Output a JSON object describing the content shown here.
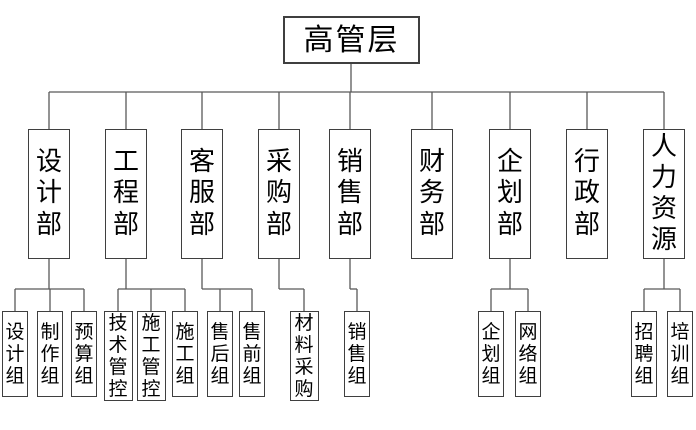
{
  "org": {
    "root": {
      "label": "高管层"
    },
    "departments": [
      {
        "label": "设计部",
        "children": [
          {
            "label": "设计组"
          },
          {
            "label": "制作组"
          },
          {
            "label": "预算组"
          }
        ]
      },
      {
        "label": "工程部",
        "children": [
          {
            "label": "技术管控"
          },
          {
            "label": "施工管控"
          },
          {
            "label": "施工组"
          }
        ]
      },
      {
        "label": "客服部",
        "children": [
          {
            "label": "售后组"
          },
          {
            "label": "售前组"
          }
        ]
      },
      {
        "label": "采购部",
        "children": [
          {
            "label": "材料采购"
          }
        ]
      },
      {
        "label": "销售部",
        "children": [
          {
            "label": "销售组"
          }
        ]
      },
      {
        "label": "财务部",
        "children": []
      },
      {
        "label": "企划部",
        "children": [
          {
            "label": "企划组"
          },
          {
            "label": "网络组"
          }
        ]
      },
      {
        "label": "行政部",
        "children": []
      },
      {
        "label": "人力资源",
        "children": [
          {
            "label": "招聘组"
          },
          {
            "label": "培训组"
          }
        ]
      }
    ]
  },
  "colors": {
    "background": "#ffffff",
    "box_border": "#3f3f3f",
    "connector_line": "#595959",
    "text": "#000000"
  }
}
